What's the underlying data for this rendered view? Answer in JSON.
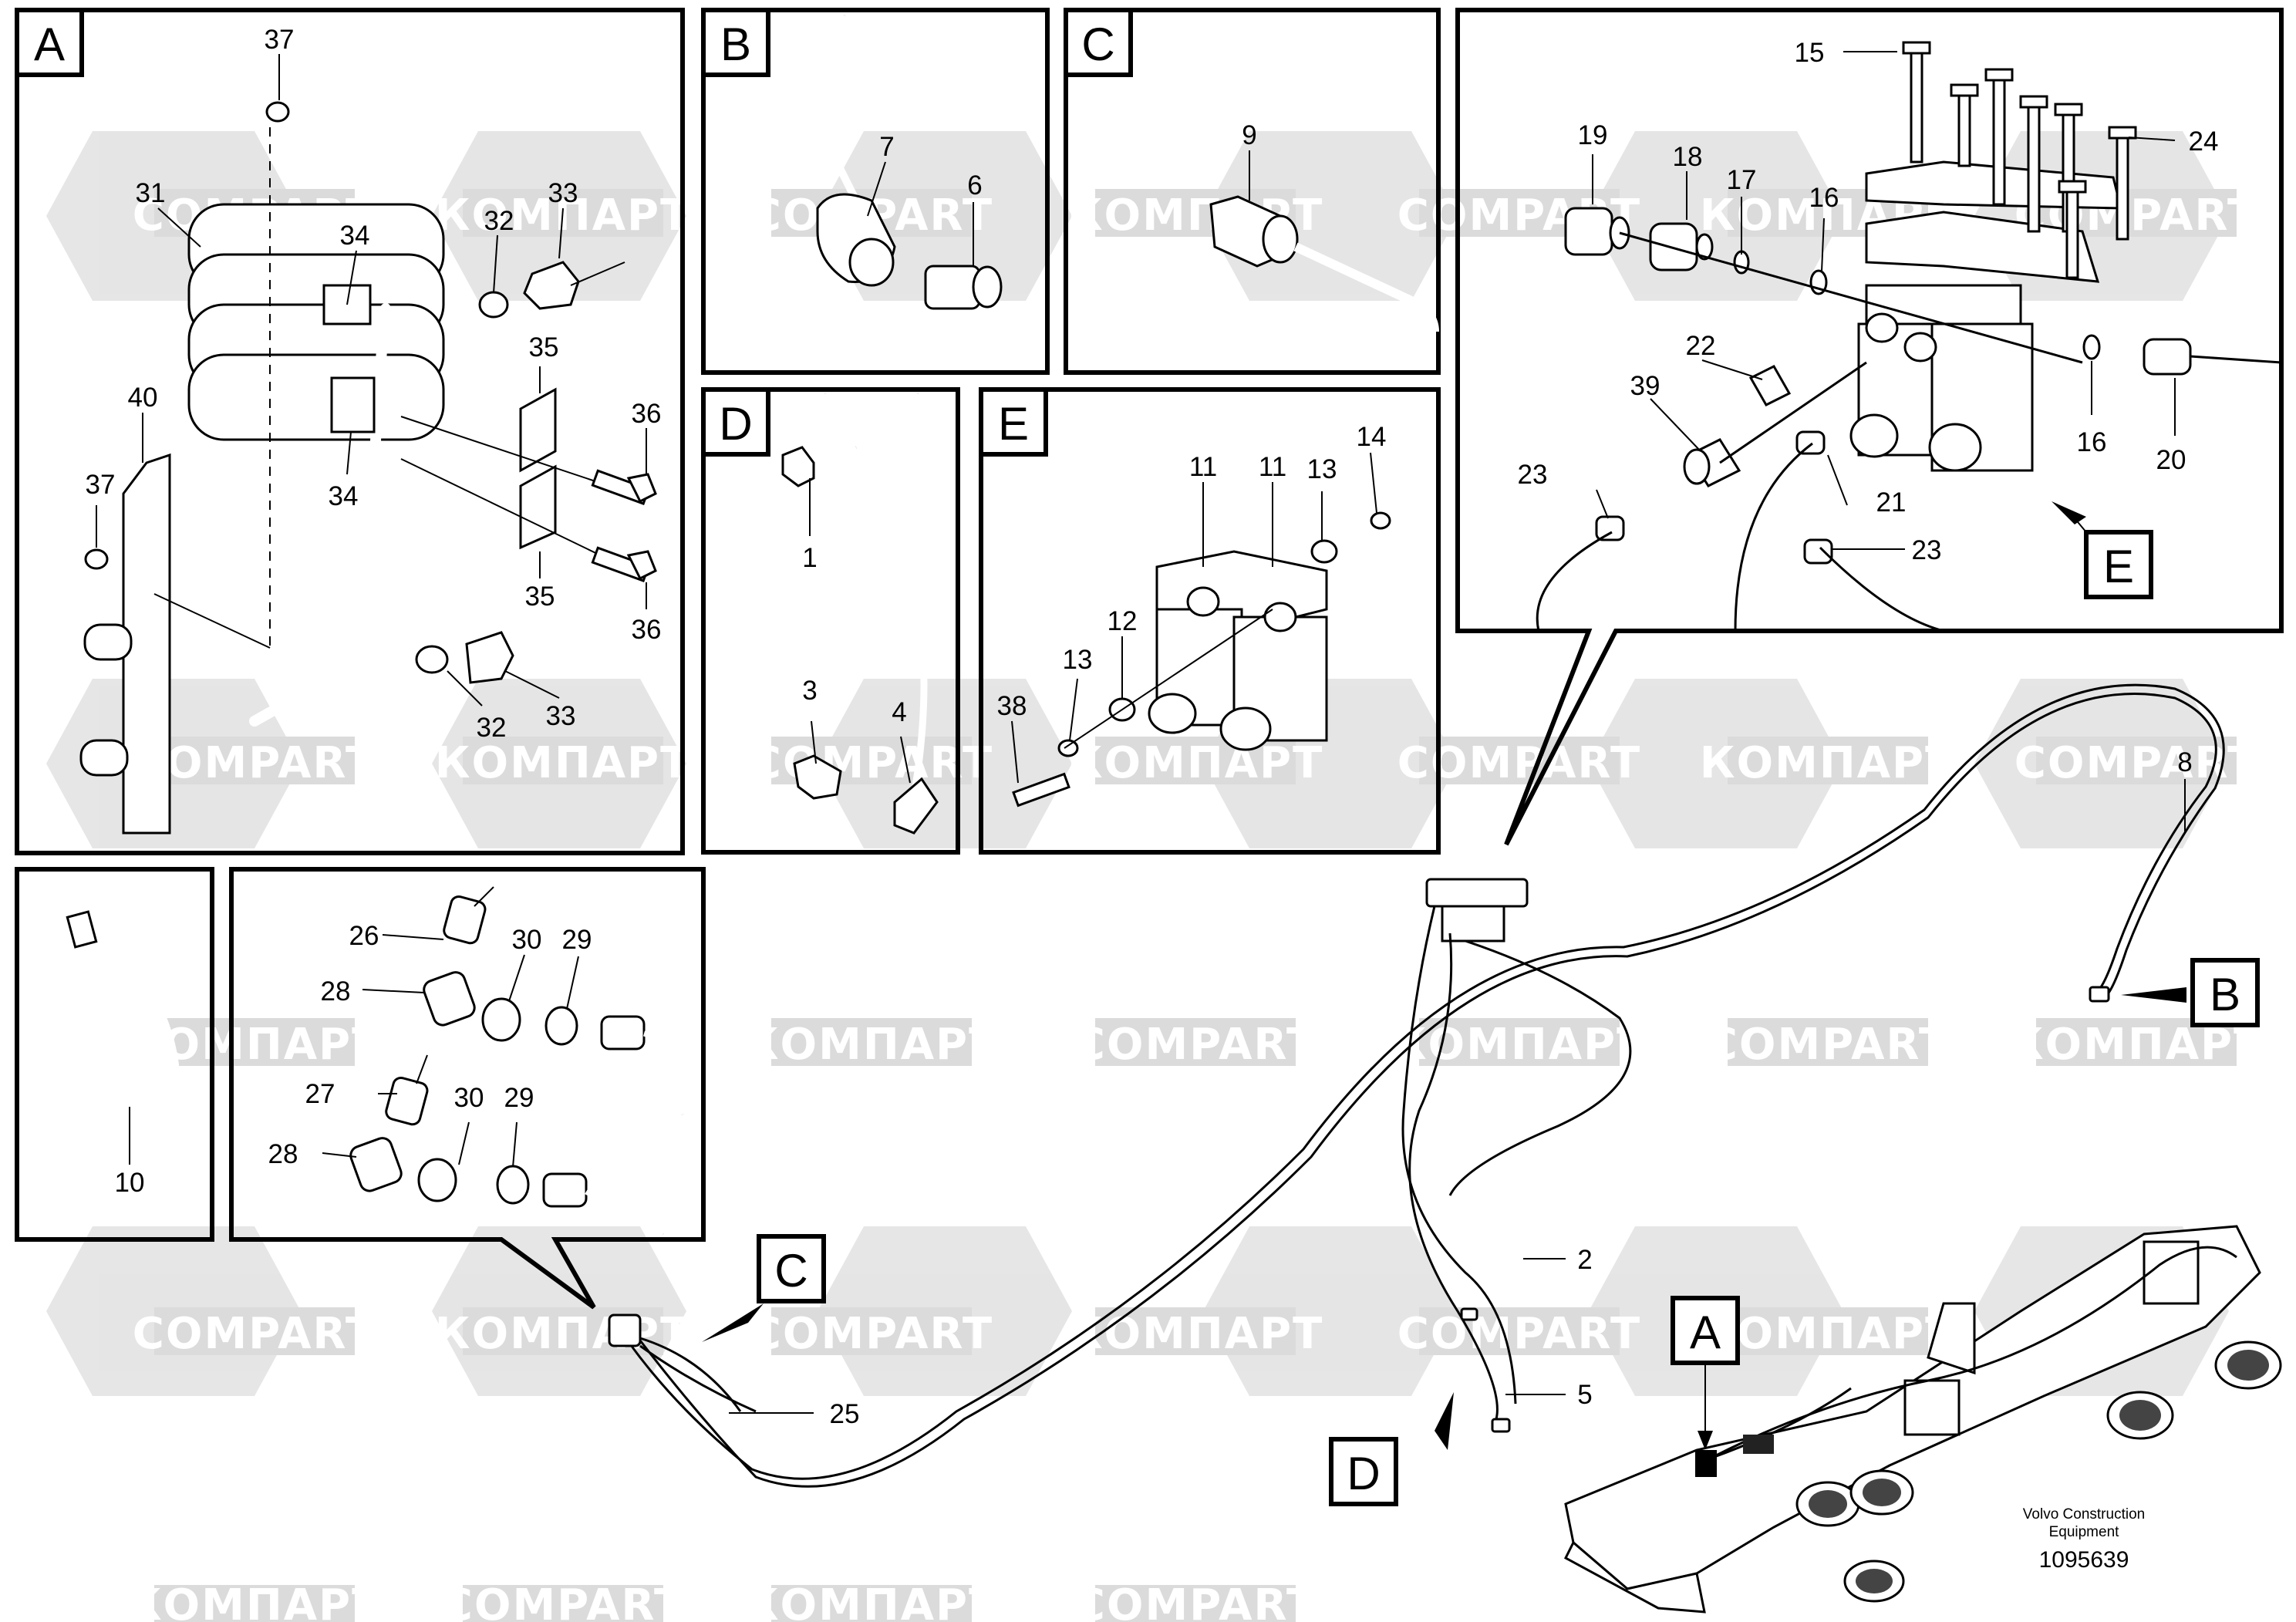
{
  "watermarks": {
    "latin": "COMPART",
    "cyrillic": "КОМПАРТ"
  },
  "panels": {
    "A": "A",
    "B": "B",
    "C": "C",
    "D": "D",
    "E": "E"
  },
  "callouts": {
    "A": "A",
    "B": "B",
    "C": "C",
    "D": "D",
    "E": "E"
  },
  "part_numbers": {
    "p1": "1",
    "p2": "2",
    "p3": "3",
    "p4": "4",
    "p5": "5",
    "p6": "6",
    "p7": "7",
    "p8": "8",
    "p9": "9",
    "p10": "10",
    "p11a": "11",
    "p11b": "11",
    "p12": "12",
    "p13a": "13",
    "p13b": "13",
    "p14": "14",
    "p15": "15",
    "p16a": "16",
    "p16b": "16",
    "p17": "17",
    "p18": "18",
    "p19": "19",
    "p20": "20",
    "p21": "21",
    "p22": "22",
    "p23a": "23",
    "p23b": "23",
    "p24": "24",
    "p25": "25",
    "p26": "26",
    "p27": "27",
    "p28a": "28",
    "p28b": "28",
    "p29a": "29",
    "p29b": "29",
    "p30a": "30",
    "p30b": "30",
    "p31": "31",
    "p32a": "32",
    "p32b": "32",
    "p33a": "33",
    "p33b": "33",
    "p34a": "34",
    "p34b": "34",
    "p35a": "35",
    "p35b": "35",
    "p36a": "36",
    "p36b": "36",
    "p37a": "37",
    "p37b": "37",
    "p38": "38",
    "p39": "39",
    "p40": "40"
  },
  "footer": {
    "company_line1": "Volvo Construction",
    "company_line2": "Equipment",
    "document_number": "1095639"
  }
}
